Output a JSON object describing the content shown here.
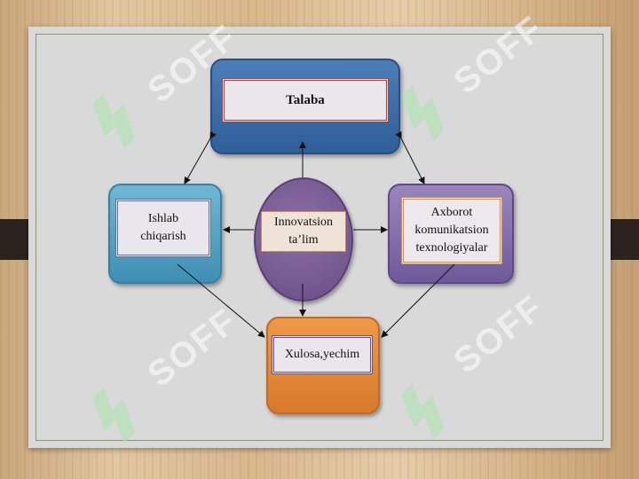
{
  "nodes": {
    "talaba": "Talaba",
    "ishlab": "Ishlab\nchiqarish",
    "center": "Innovatsion\nta’lim",
    "axborot": "Axborot\nkomunikatsion\ntexnologiyalar",
    "xulosa": "Xulosa,yechim"
  },
  "watermark": "SOFF",
  "colors": {
    "talaba": "#3d6ea8",
    "ishlab": "#5aa8c8",
    "center": "#7b5e96",
    "axborot": "#8a74b0",
    "xulosa": "#e08a3a",
    "inner_border_red": "#b9383a",
    "inner_border_orange": "#e08a3a",
    "inner_border_purple": "#6a4e8a"
  }
}
